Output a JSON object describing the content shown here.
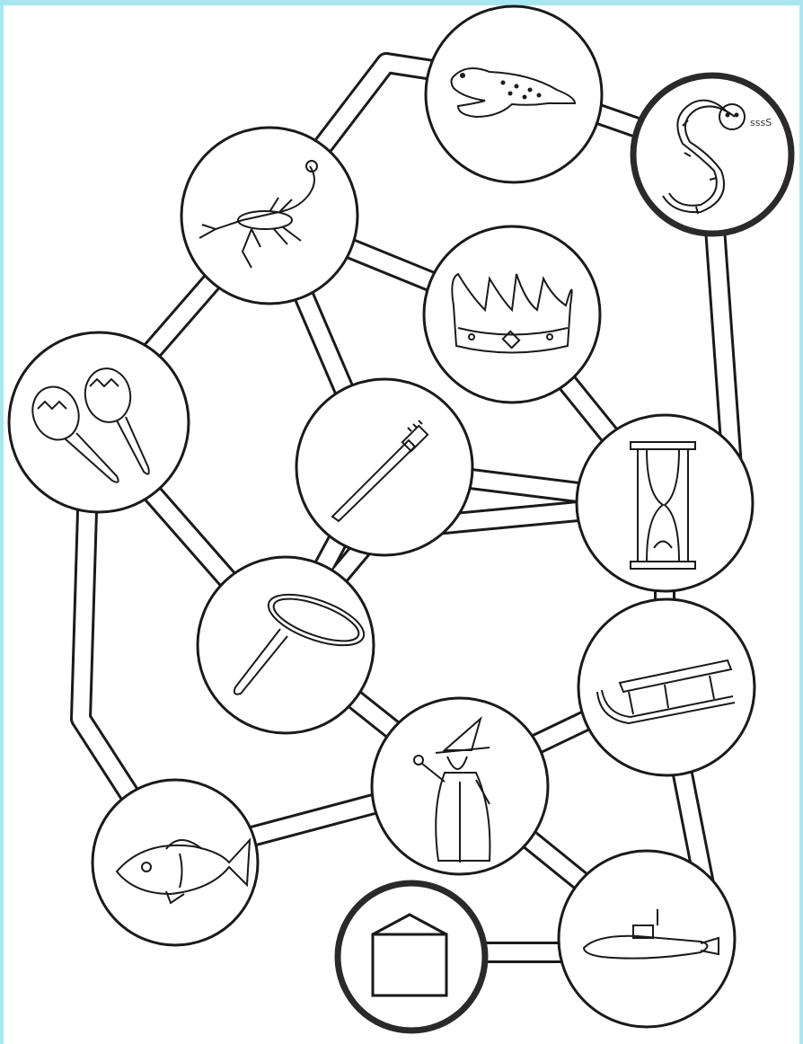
{
  "colors": {
    "frame": "#a8e6f2",
    "line": "#1a1a1a",
    "node_fill": "#ffffff",
    "special_ring": "#2a2a2a"
  },
  "snake_text": "sssS",
  "nodes": [
    {
      "id": "seal",
      "icon": "seal-icon",
      "special": false
    },
    {
      "id": "snake",
      "icon": "snake-icon",
      "special": true
    },
    {
      "id": "scorpion",
      "icon": "scorpion-icon",
      "special": false
    },
    {
      "id": "crown",
      "icon": "crown-icon",
      "special": false
    },
    {
      "id": "maracas",
      "icon": "maracas-icon",
      "special": false
    },
    {
      "id": "toothbrush",
      "icon": "toothbrush-icon",
      "special": false
    },
    {
      "id": "hourglass",
      "icon": "hourglass-icon",
      "special": false
    },
    {
      "id": "magnifier",
      "icon": "magnifying-glass-icon",
      "special": false
    },
    {
      "id": "sled",
      "icon": "sled-icon",
      "special": false
    },
    {
      "id": "wizard",
      "icon": "wizard-icon",
      "special": false
    },
    {
      "id": "fish",
      "icon": "fish-icon",
      "special": false
    },
    {
      "id": "submarine",
      "icon": "submarine-icon",
      "special": false
    },
    {
      "id": "house",
      "icon": "house-icon",
      "special": true
    }
  ]
}
